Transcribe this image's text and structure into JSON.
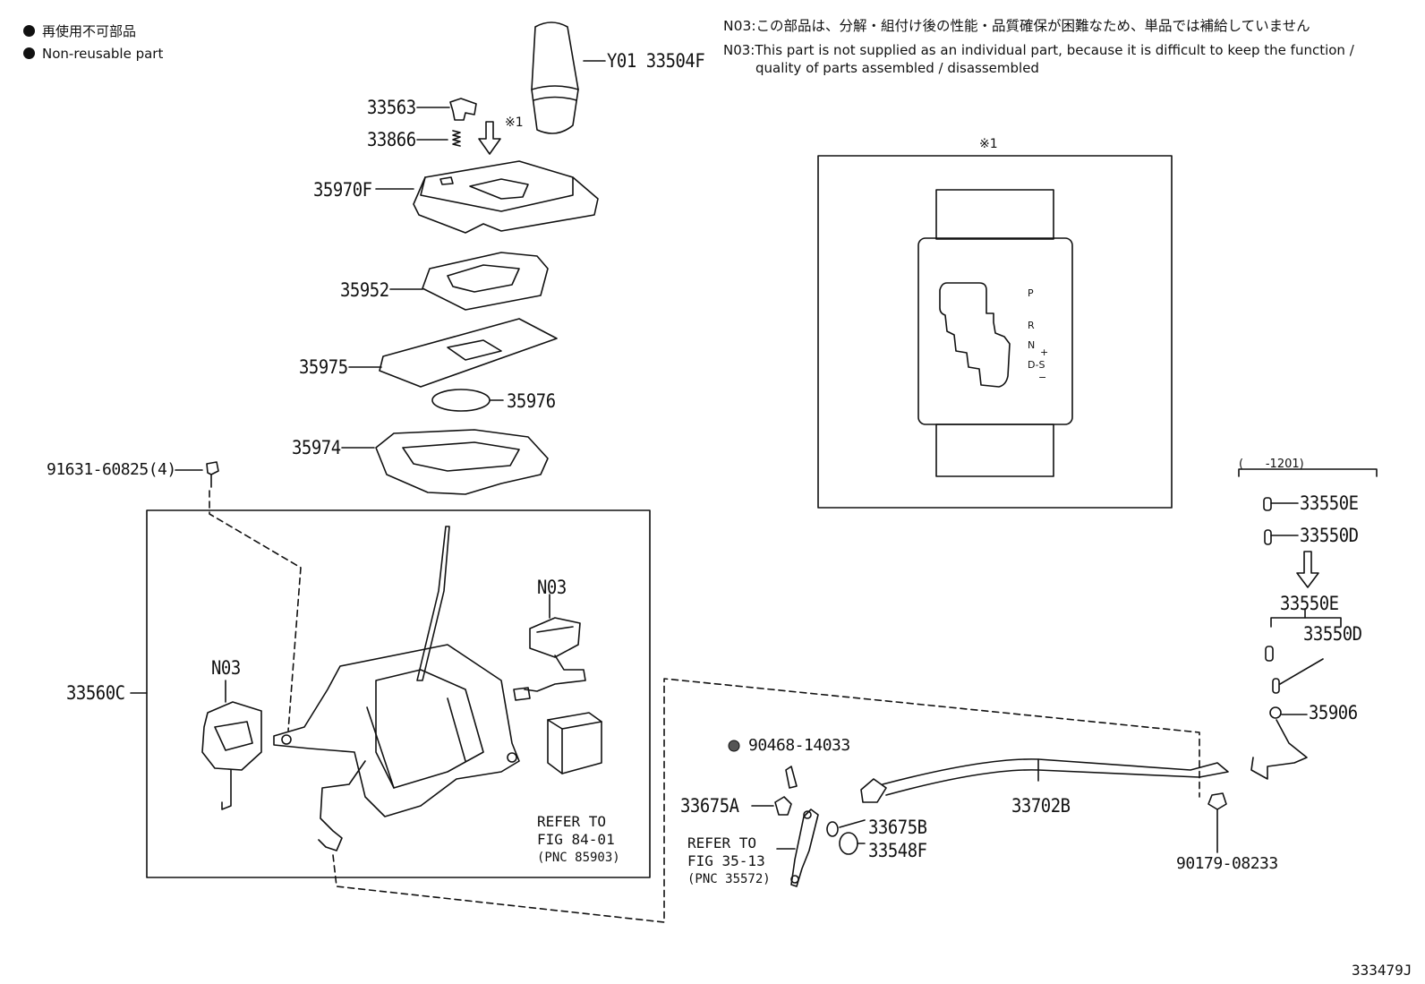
{
  "legend": {
    "japanese": "再使用不可部品",
    "english": "Non-reusable part"
  },
  "notes": {
    "n03_japanese": "N03:この部品は、分解・組付け後の性能・品質確保が困難なため、単品では補給していません",
    "n03_english_line1": "N03:This part is not supplied as an individual part, because it is difficult to keep the function /",
    "n03_english_line2": "quality of parts assembled / disassembled"
  },
  "labels": {
    "p33504f": "Y01 33504F",
    "p33563": "33563",
    "p33866": "33866",
    "ref_mark": "※1",
    "p35970f": "35970F",
    "p35952": "35952",
    "p35975": "35975",
    "p35976": "35976",
    "p35974": "35974",
    "p91631": "91631-60825(4)",
    "p33560c": "33560C",
    "n03_left": "N03",
    "n03_right": "N03",
    "p90468": "90468-14033",
    "p33675a": "33675A",
    "p33702b": "33702B",
    "p33675b": "33675B",
    "p33548f": "33548F",
    "p90179": "90179-08233",
    "p33550e_top": "33550E",
    "p33550d_top": "33550D",
    "p33550e": "33550E",
    "p33550d": "33550D",
    "p35906": "35906",
    "date_range": "(      -1201)"
  },
  "refers": {
    "fig84_line1": "REFER TO",
    "fig84_line2": "FIG 84-01",
    "fig84_line3": "(PNC 85903)",
    "fig35_line1": "REFER TO",
    "fig35_line2": "FIG 35-13",
    "fig35_line3": "(PNC 35572)"
  },
  "detail": {
    "title": "※1",
    "gear_p": "P",
    "gear_r": "R",
    "gear_n": "N",
    "gear_ds": "D-S",
    "plus": "+",
    "minus": "−"
  },
  "figure_id": "333479J",
  "colors": {
    "ink": "#111111",
    "background": "#ffffff"
  }
}
